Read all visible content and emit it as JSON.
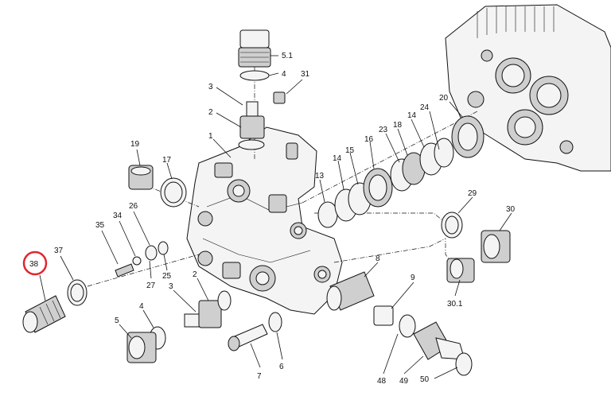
{
  "diagram": {
    "callouts": [
      "5.1",
      "4",
      "31",
      "3",
      "2",
      "1",
      "19",
      "17",
      "24",
      "20",
      "14",
      "18",
      "23",
      "16",
      "15",
      "14",
      "13",
      "34",
      "35",
      "26",
      "37",
      "38",
      "27",
      "25",
      "29",
      "30",
      "8",
      "30.1",
      "2",
      "3",
      "9",
      "4",
      "5",
      "7",
      "6",
      "48",
      "49",
      "50"
    ],
    "highlight": {
      "label": "38",
      "color": "#e0262d"
    }
  }
}
